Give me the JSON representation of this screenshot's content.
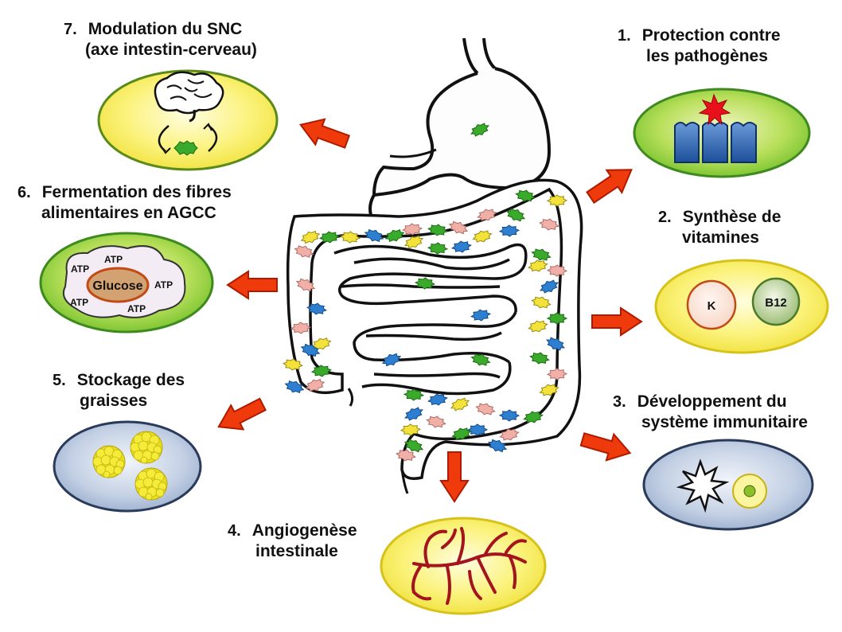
{
  "labels": {
    "l7": {
      "num": "7.",
      "line1": "Modulation du SNC",
      "line2": "(axe intestin-cerveau)"
    },
    "l1": {
      "num": "1.",
      "line1": "Protection contre",
      "line2": "les pathogènes"
    },
    "l6": {
      "num": "6.",
      "line1": "Fermentation des fibres",
      "line2": "alimentaires en AGCC"
    },
    "l2": {
      "num": "2.",
      "line1": "Synthèse de",
      "line2": "vitamines"
    },
    "l5": {
      "num": "5.",
      "line1": "Stockage des",
      "line2": "graisses"
    },
    "l3": {
      "num": "3.",
      "line1": "Développement du",
      "line2": "système immunitaire"
    },
    "l4": {
      "num": "4.",
      "line1": "Angiogenèse",
      "line2": "intestinale"
    }
  },
  "cell": {
    "glucose": "Glucose",
    "atp": "ATP"
  },
  "vitamins": {
    "k": "K",
    "b12": "B12"
  },
  "colors": {
    "arrow_fill": "#ef3b0c",
    "arrow_stroke": "#b01a00",
    "green_fill": "#8fcf38",
    "yellow_fill": "#f6ec5c",
    "blue_fill": "#a9bcd8",
    "bacteria": [
      "#3aaa2c",
      "#f2e23a",
      "#2e7fcf",
      "#f0b0a8"
    ]
  }
}
